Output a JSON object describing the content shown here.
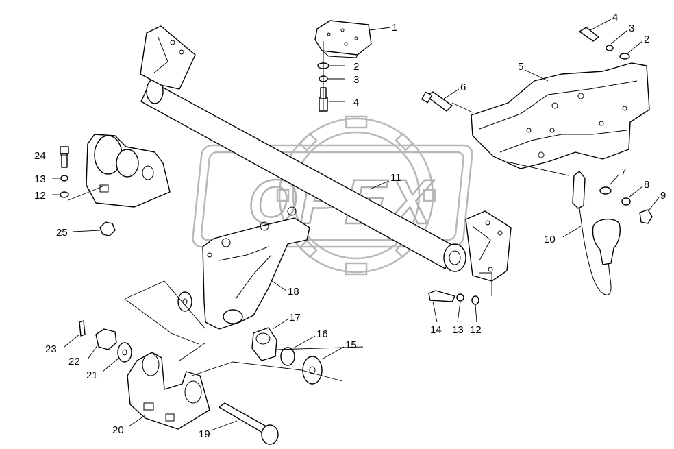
{
  "watermark": {
    "text": "OPEX"
  },
  "callouts": [
    {
      "id": "c1",
      "label": "1"
    },
    {
      "id": "c2a",
      "label": "2"
    },
    {
      "id": "c3a",
      "label": "3"
    },
    {
      "id": "c4a",
      "label": "4"
    },
    {
      "id": "c4b",
      "label": "4"
    },
    {
      "id": "c3b",
      "label": "3"
    },
    {
      "id": "c2b",
      "label": "2"
    },
    {
      "id": "c5",
      "label": "5"
    },
    {
      "id": "c6",
      "label": "6"
    },
    {
      "id": "c7",
      "label": "7"
    },
    {
      "id": "c8",
      "label": "8"
    },
    {
      "id": "c9",
      "label": "9"
    },
    {
      "id": "c10",
      "label": "10"
    },
    {
      "id": "c11",
      "label": "11"
    },
    {
      "id": "c12a",
      "label": "12"
    },
    {
      "id": "c13a",
      "label": "13"
    },
    {
      "id": "c24",
      "label": "24"
    },
    {
      "id": "c25",
      "label": "25"
    },
    {
      "id": "c18",
      "label": "18"
    },
    {
      "id": "c17",
      "label": "17"
    },
    {
      "id": "c16",
      "label": "16"
    },
    {
      "id": "c15",
      "label": "15"
    },
    {
      "id": "c14",
      "label": "14"
    },
    {
      "id": "c13b",
      "label": "13"
    },
    {
      "id": "c12b",
      "label": "12"
    },
    {
      "id": "c23",
      "label": "23"
    },
    {
      "id": "c22",
      "label": "22"
    },
    {
      "id": "c21",
      "label": "21"
    },
    {
      "id": "c20",
      "label": "20"
    },
    {
      "id": "c19",
      "label": "19"
    }
  ]
}
